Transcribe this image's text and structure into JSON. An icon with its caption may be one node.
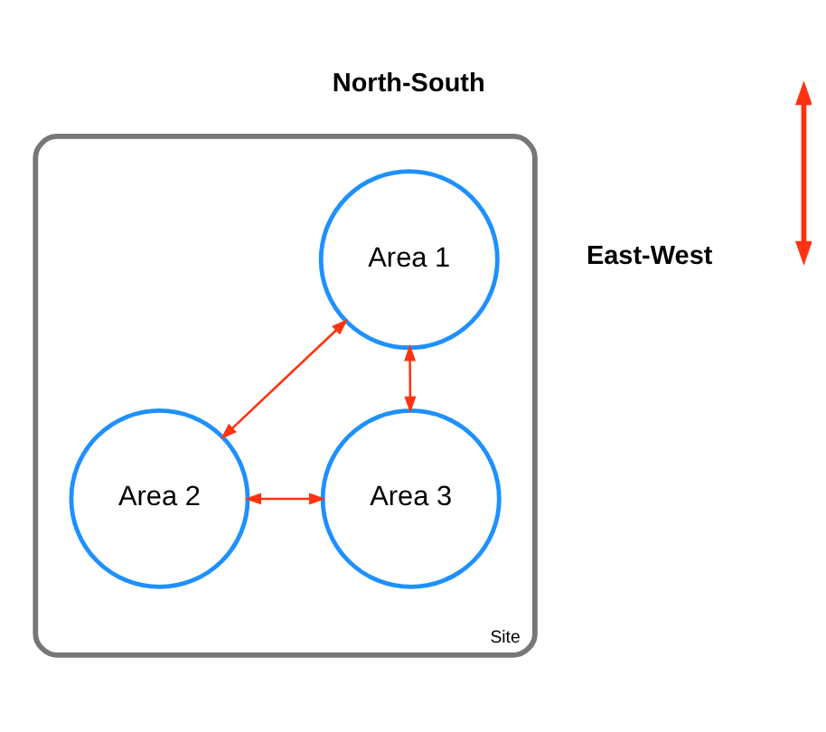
{
  "diagram": {
    "nodes": [
      {
        "text": [
          "Site"
        ]
      },
      {
        "text": [
          "Area 1"
        ],
        "in": 0
      },
      {
        "text": [
          "Area 2"
        ],
        "in": 0
      },
      {
        "text": [
          "Area 3"
        ],
        "in": 0
      }
    ],
    "edges": [
      {
        "from": 1,
        "to": 2,
        "arrow": "both"
      },
      {
        "from": 1,
        "to": 3,
        "arrow": "both"
      },
      {
        "from": 2,
        "to": 3,
        "arrow": "both"
      }
    ],
    "labels": [
      "North-South",
      "East-West"
    ]
  }
}
